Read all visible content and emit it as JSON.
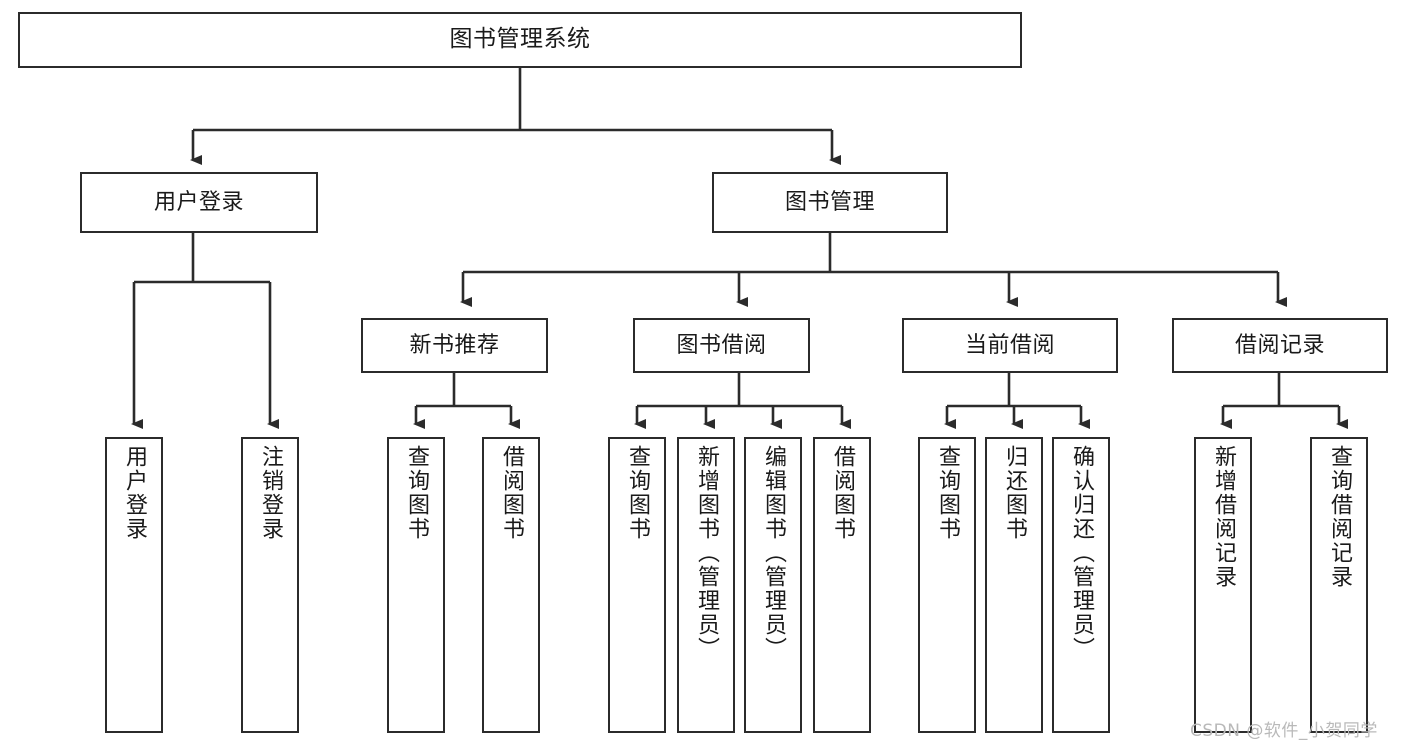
{
  "diagram": {
    "title": "图书管理系统",
    "type": "tree-hierarchy-diagram",
    "colors": {
      "box_border": "#2b2b2b",
      "box_fill": "#ffffff",
      "edge": "#2b2b2b",
      "text": "#1a1a1a",
      "watermark": "#b9b9b9",
      "background": "#ffffff"
    },
    "nodes": {
      "root": {
        "label": "图书管理系统",
        "orientation": "horizontal"
      },
      "level2": [
        {
          "label": "用户登录",
          "orientation": "horizontal"
        },
        {
          "label": "图书管理",
          "orientation": "horizontal"
        }
      ],
      "level3": [
        {
          "label": "新书推荐",
          "orientation": "horizontal"
        },
        {
          "label": "图书借阅",
          "orientation": "horizontal"
        },
        {
          "label": "当前借阅",
          "orientation": "horizontal"
        },
        {
          "label": "借阅记录",
          "orientation": "horizontal"
        }
      ],
      "leaves": {
        "user_login": [
          {
            "label": "用户登录",
            "orientation": "vertical"
          },
          {
            "label": "注销登录",
            "orientation": "vertical"
          }
        ],
        "new_book_recommend": [
          {
            "label": "查询图书",
            "orientation": "vertical"
          },
          {
            "label": "借阅图书",
            "orientation": "vertical"
          }
        ],
        "book_borrow": [
          {
            "label": "查询图书",
            "orientation": "vertical"
          },
          {
            "label": "新增图书（管理员）",
            "orientation": "vertical"
          },
          {
            "label": "编辑图书（管理员）",
            "orientation": "vertical"
          },
          {
            "label": "借阅图书",
            "orientation": "vertical"
          }
        ],
        "current_borrow": [
          {
            "label": "查询图书",
            "orientation": "vertical"
          },
          {
            "label": "归还图书",
            "orientation": "vertical"
          },
          {
            "label": "确认归还（管理员）",
            "orientation": "vertical"
          }
        ],
        "borrow_records": [
          {
            "label": "新增借阅记录",
            "orientation": "vertical"
          },
          {
            "label": "查询借阅记录",
            "orientation": "vertical"
          }
        ]
      }
    },
    "watermark": "CSDN @软件_小贺同学"
  }
}
